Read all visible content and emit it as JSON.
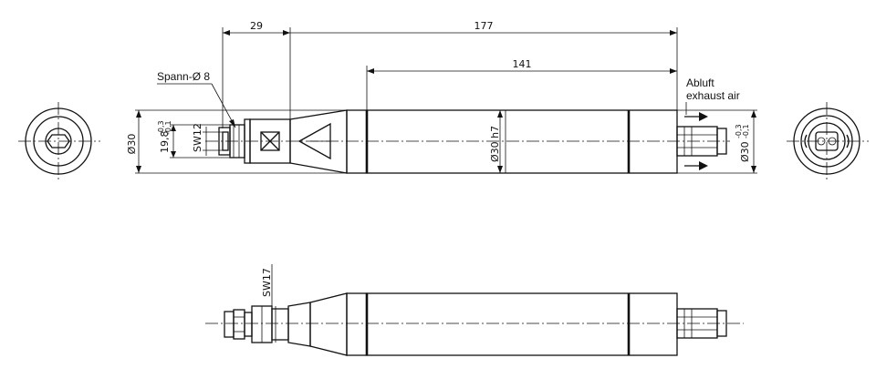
{
  "dimensions": {
    "d29": "29",
    "d177": "177",
    "d141": "141",
    "spann": "Spann-Ø 8",
    "dia30": "Ø30",
    "d198": "19,8",
    "d198_tol_upper": "-0,3",
    "d198_tol_lower": "-0,1",
    "sw12": "SW12",
    "dia30h7": "Ø30 h7",
    "dia30_right": "Ø30",
    "dia30_tol_upper": "-0,3",
    "dia30_tol_lower": "-0,1",
    "sw17": "SW17"
  },
  "labels": {
    "abluft": "Abluft",
    "exhaust_air": "exhaust air"
  }
}
